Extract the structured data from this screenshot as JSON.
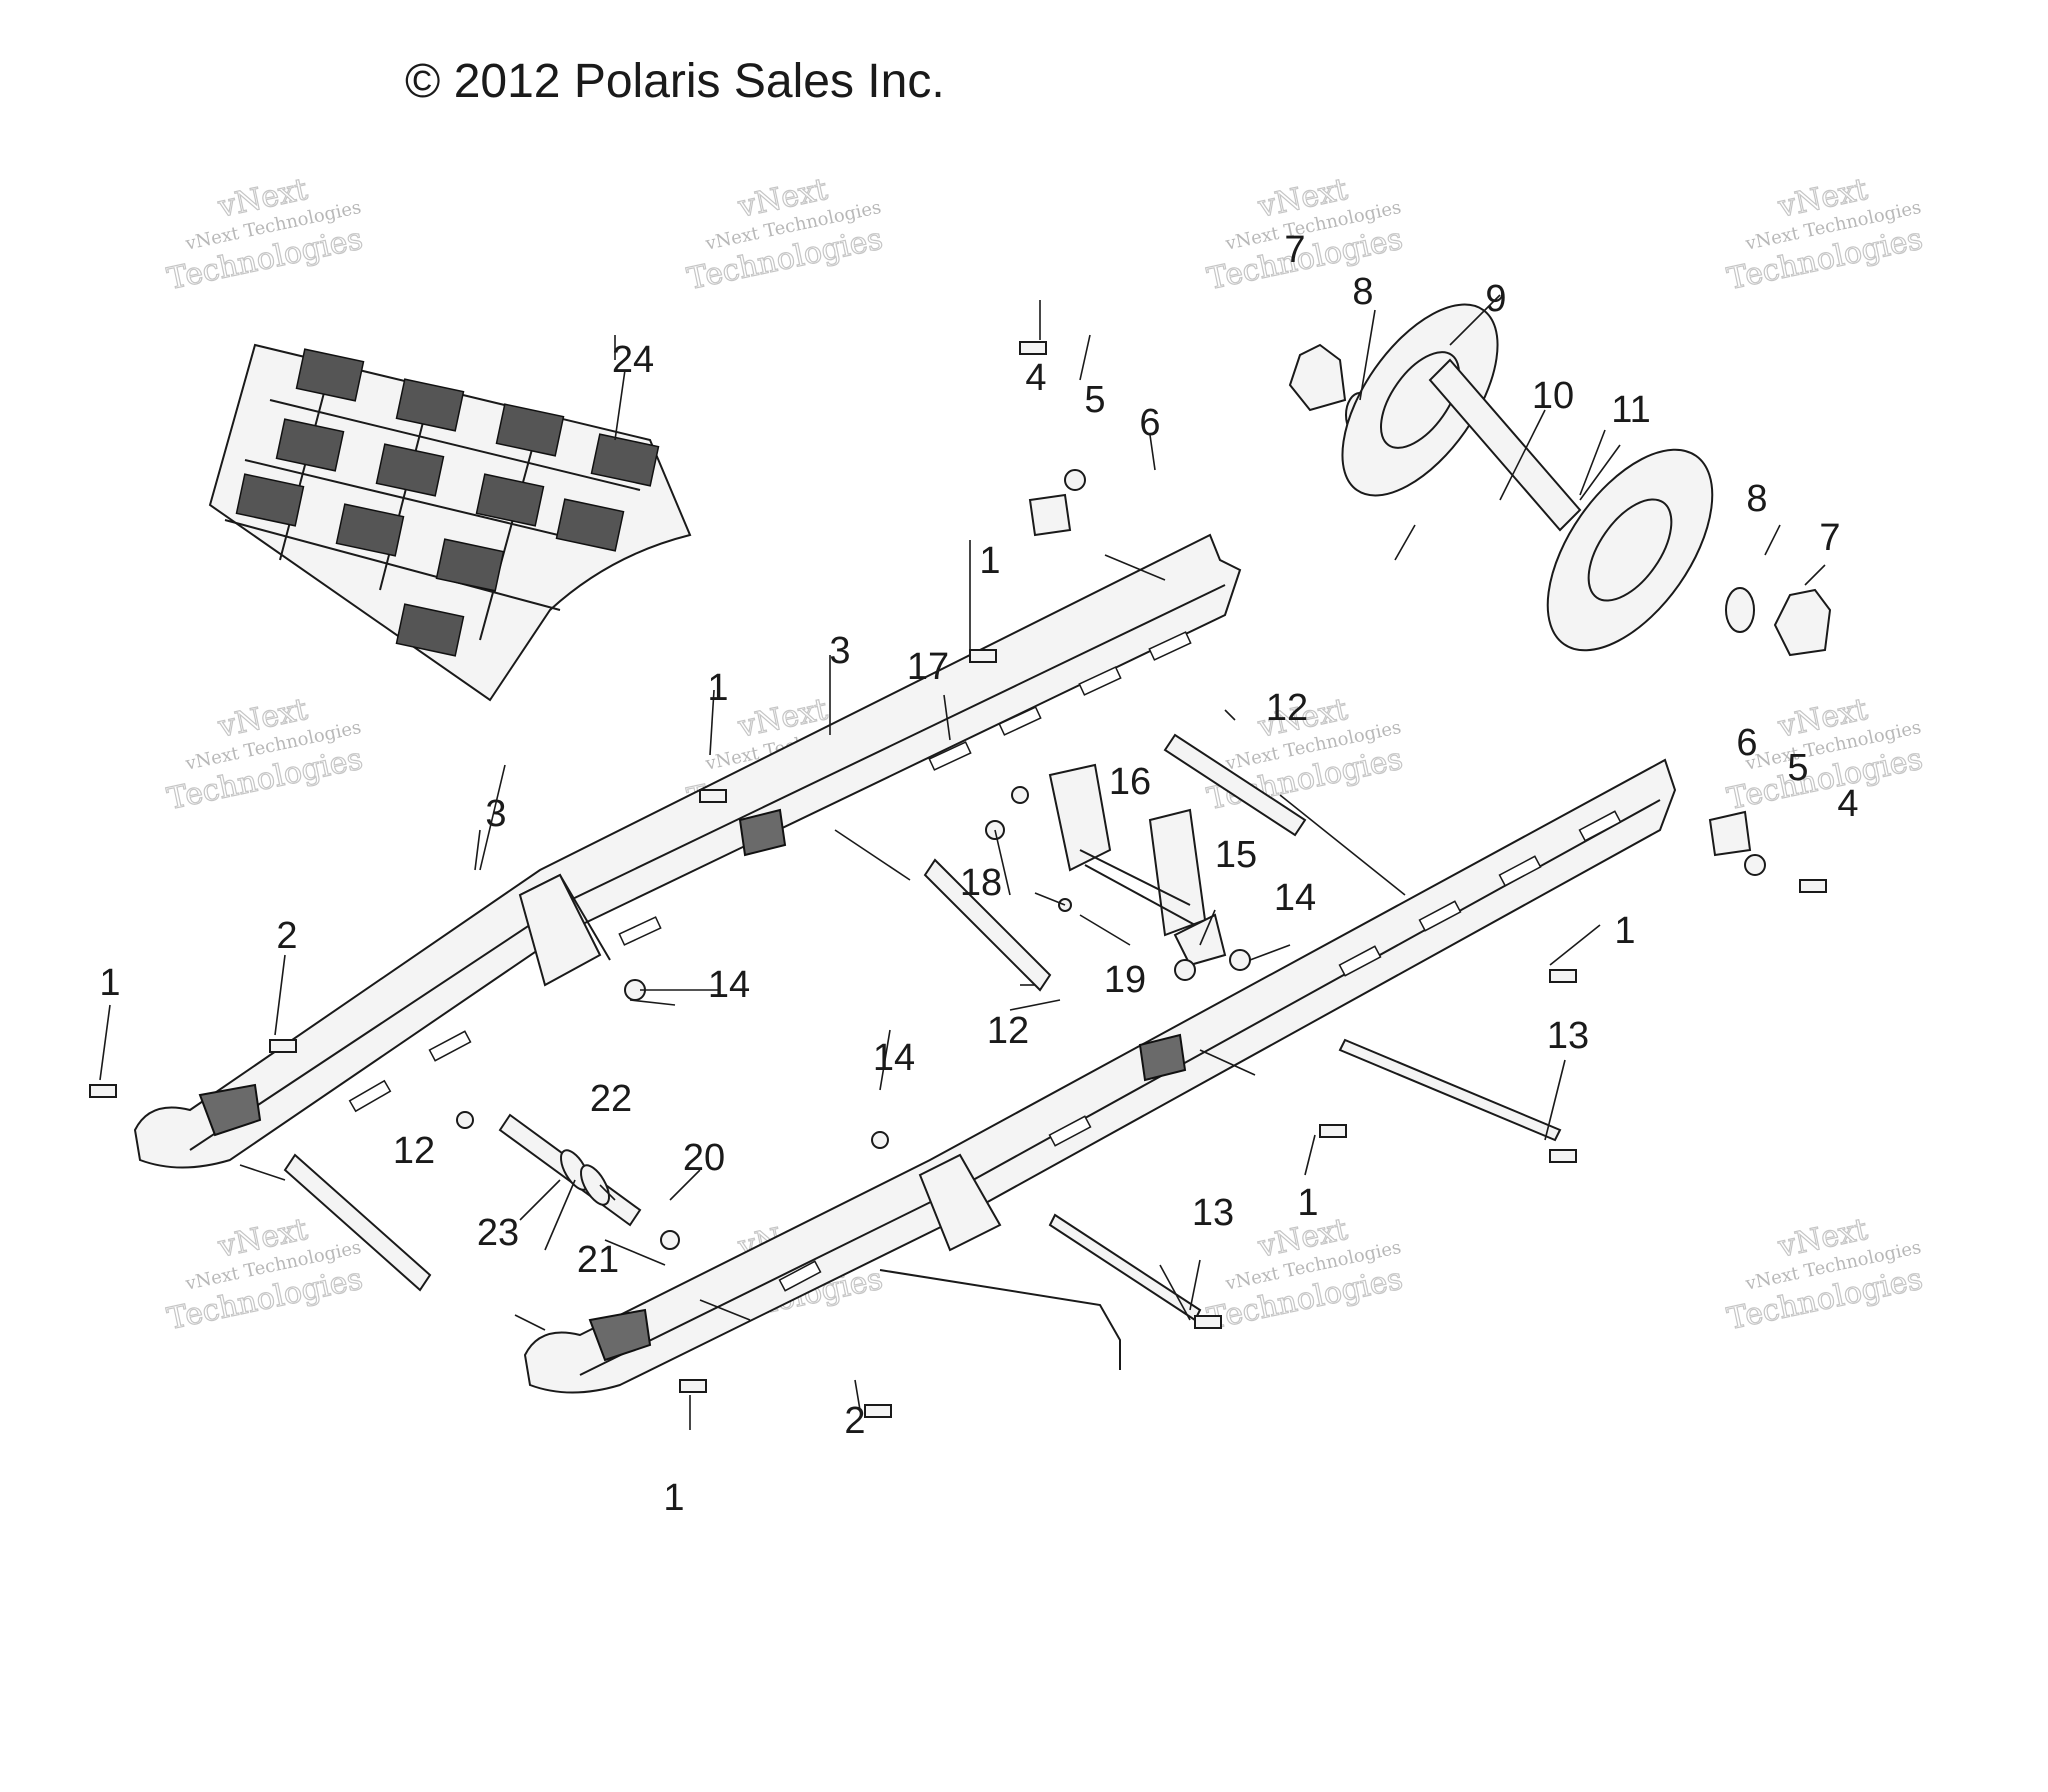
{
  "copyright": "© 2012 Polaris Sales Inc.",
  "watermark": {
    "small": "vNext Technologies",
    "big_top": "vNext",
    "big_bottom": "Technologies"
  },
  "callouts": [
    {
      "id": "c1a",
      "label": "1"
    },
    {
      "id": "c1b",
      "label": "1"
    },
    {
      "id": "c1c",
      "label": "1"
    },
    {
      "id": "c1d",
      "label": "1"
    },
    {
      "id": "c1e",
      "label": "1"
    },
    {
      "id": "c1f",
      "label": "1"
    },
    {
      "id": "c2a",
      "label": "2"
    },
    {
      "id": "c2b",
      "label": "2"
    },
    {
      "id": "c3a",
      "label": "3"
    },
    {
      "id": "c3b",
      "label": "3"
    },
    {
      "id": "c4a",
      "label": "4"
    },
    {
      "id": "c4b",
      "label": "4"
    },
    {
      "id": "c5a",
      "label": "5"
    },
    {
      "id": "c5b",
      "label": "5"
    },
    {
      "id": "c6a",
      "label": "6"
    },
    {
      "id": "c6b",
      "label": "6"
    },
    {
      "id": "c7a",
      "label": "7"
    },
    {
      "id": "c7b",
      "label": "7"
    },
    {
      "id": "c8a",
      "label": "8"
    },
    {
      "id": "c8b",
      "label": "8"
    },
    {
      "id": "c9",
      "label": "9"
    },
    {
      "id": "c10",
      "label": "10"
    },
    {
      "id": "c11",
      "label": "11"
    },
    {
      "id": "c12a",
      "label": "12"
    },
    {
      "id": "c12b",
      "label": "12"
    },
    {
      "id": "c12c",
      "label": "12"
    },
    {
      "id": "c13a",
      "label": "13"
    },
    {
      "id": "c13b",
      "label": "13"
    },
    {
      "id": "c14a",
      "label": "14"
    },
    {
      "id": "c14b",
      "label": "14"
    },
    {
      "id": "c14c",
      "label": "14"
    },
    {
      "id": "c15",
      "label": "15"
    },
    {
      "id": "c16",
      "label": "16"
    },
    {
      "id": "c17",
      "label": "17"
    },
    {
      "id": "c18",
      "label": "18"
    },
    {
      "id": "c19",
      "label": "19"
    },
    {
      "id": "c20",
      "label": "20"
    },
    {
      "id": "c21",
      "label": "21"
    },
    {
      "id": "c22",
      "label": "22"
    },
    {
      "id": "c23",
      "label": "23"
    },
    {
      "id": "c24",
      "label": "24"
    }
  ]
}
